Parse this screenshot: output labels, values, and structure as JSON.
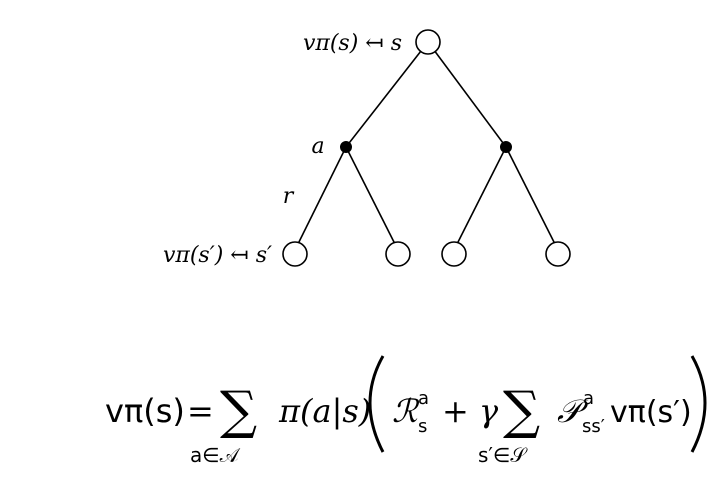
{
  "diagram": {
    "root_label": "vπ(s) ↤ s",
    "action_label": "a",
    "reward_label": "r",
    "leaf_label": "vπ(s′) ↤ s′"
  },
  "equation": {
    "lhs": "vπ(s)",
    "equals": "=",
    "sum1_under": "a∈𝒜",
    "policy": "π(a|s)",
    "reward": "ℛ",
    "reward_sup": "a",
    "reward_sub": "s",
    "plus_gamma": "+ γ",
    "sum2_under": "s′∈𝒮",
    "transition": "𝒫",
    "transition_sup": "a",
    "transition_sub": "ss′",
    "value_next": "vπ(s′)"
  }
}
